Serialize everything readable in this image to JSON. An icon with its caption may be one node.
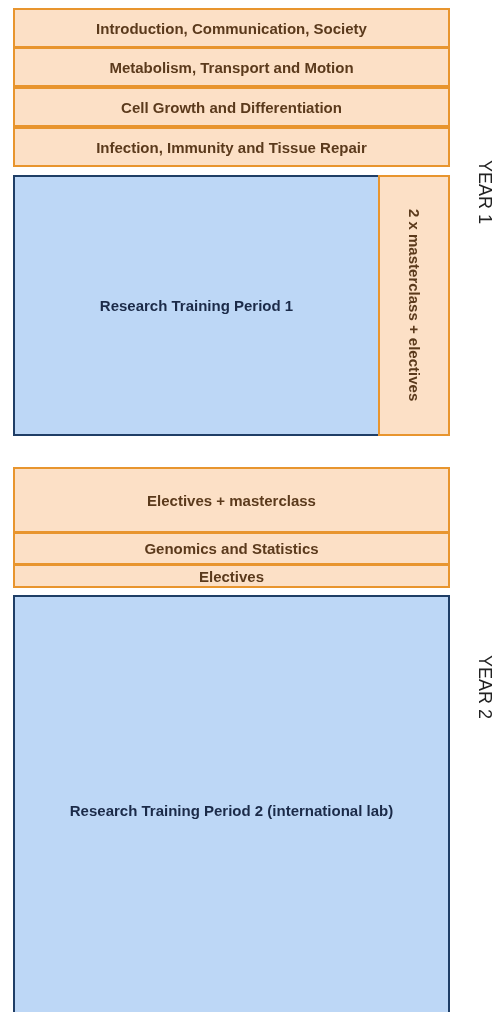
{
  "diagram": {
    "nodes": [
      {
        "text": [
          "Introduction, Communication, Society"
        ]
      },
      {
        "text": [
          "Metabolism, Transport and Motion"
        ]
      },
      {
        "text": [
          "Cell Growth and Differentiation"
        ]
      },
      {
        "text": [
          "Infection, Immunity and Tissue Repair"
        ]
      },
      {
        "text": [
          "Research Training Period 1"
        ]
      },
      {
        "text": [
          "2 x masterclass + electives"
        ]
      },
      {
        "text": [
          "Electives + masterclass"
        ]
      },
      {
        "text": [
          "Genomics and Statistics"
        ]
      },
      {
        "text": [
          "Electives"
        ]
      },
      {
        "text": [
          "Research Training Period 2 (international lab)"
        ]
      }
    ],
    "labels": [
      "YEAR 1",
      "YEAR 2"
    ]
  }
}
